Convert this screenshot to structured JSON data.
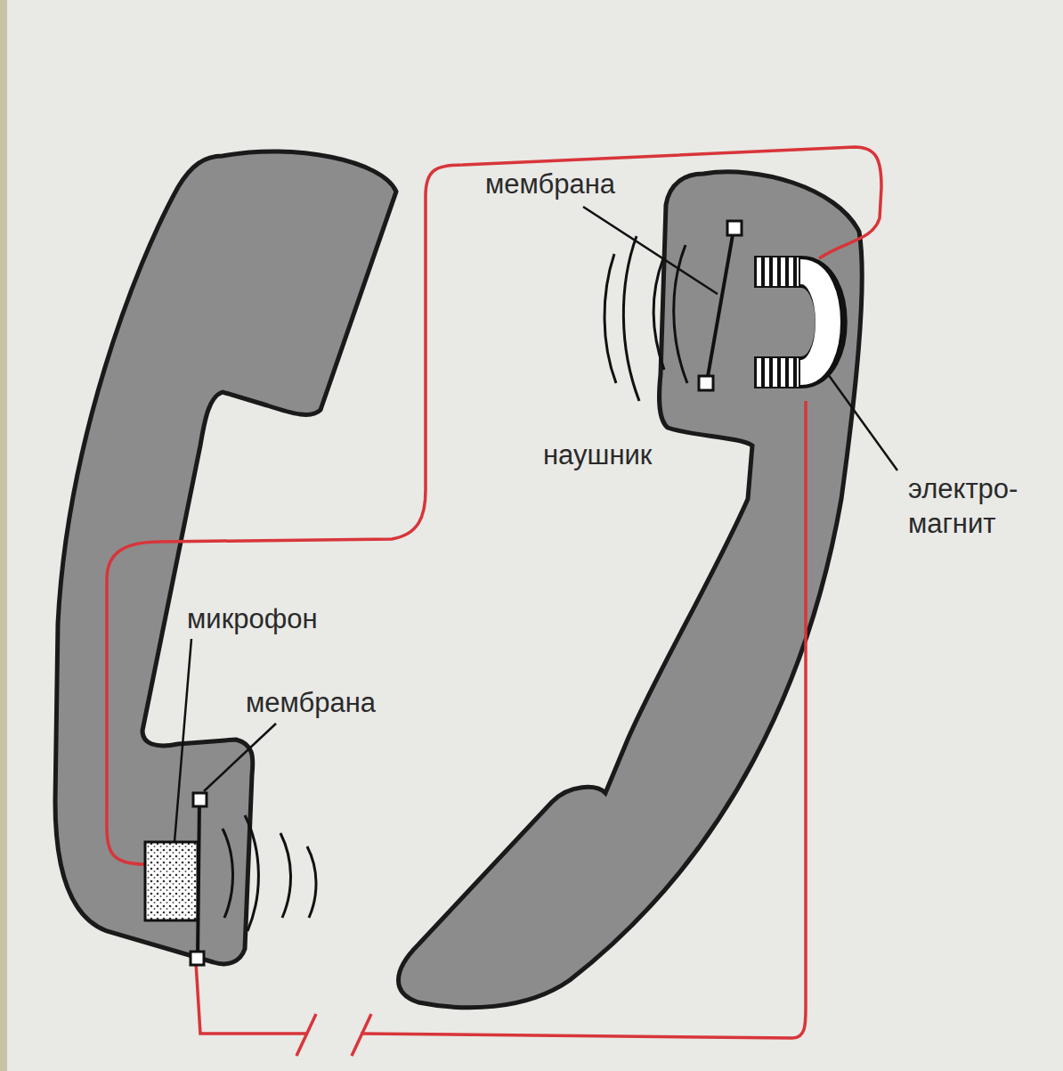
{
  "diagram": {
    "labels": [
      "мембрана",
      "наушник",
      "электро- магнит",
      "микрофон",
      "мембрана"
    ]
  }
}
